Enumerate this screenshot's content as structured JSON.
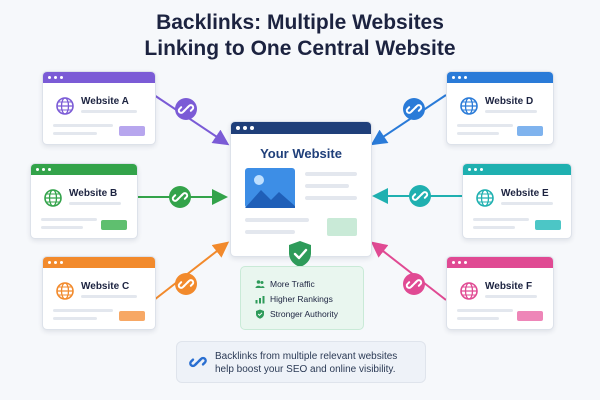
{
  "title": {
    "line1": "Backlinks: Multiple Websites",
    "line2": "Linking to One Central Website"
  },
  "central": {
    "title": "Your Website",
    "accent": "#1f3f7a"
  },
  "sites": [
    {
      "id": "a",
      "label": "Website A",
      "color": "#7b5bd6",
      "icon": "globe-icon"
    },
    {
      "id": "b",
      "label": "Website B",
      "color": "#33a34a",
      "icon": "globe-icon"
    },
    {
      "id": "c",
      "label": "Website C",
      "color": "#f28a2c",
      "icon": "globe-icon"
    },
    {
      "id": "d",
      "label": "Website D",
      "color": "#2a7bd8",
      "icon": "globe-icon"
    },
    {
      "id": "e",
      "label": "Website E",
      "color": "#1fb0b0",
      "icon": "globe-icon"
    },
    {
      "id": "f",
      "label": "Website F",
      "color": "#e04a93",
      "icon": "globe-icon"
    }
  ],
  "benefits": {
    "items": [
      "More Traffic",
      "Higher Rankings",
      "Stronger Authority"
    ],
    "color": "#2e9b5a"
  },
  "note": {
    "line1": "Backlinks from multiple relevant websites",
    "line2": "help boost your SEO and online visibility.",
    "icon": "link-icon"
  }
}
